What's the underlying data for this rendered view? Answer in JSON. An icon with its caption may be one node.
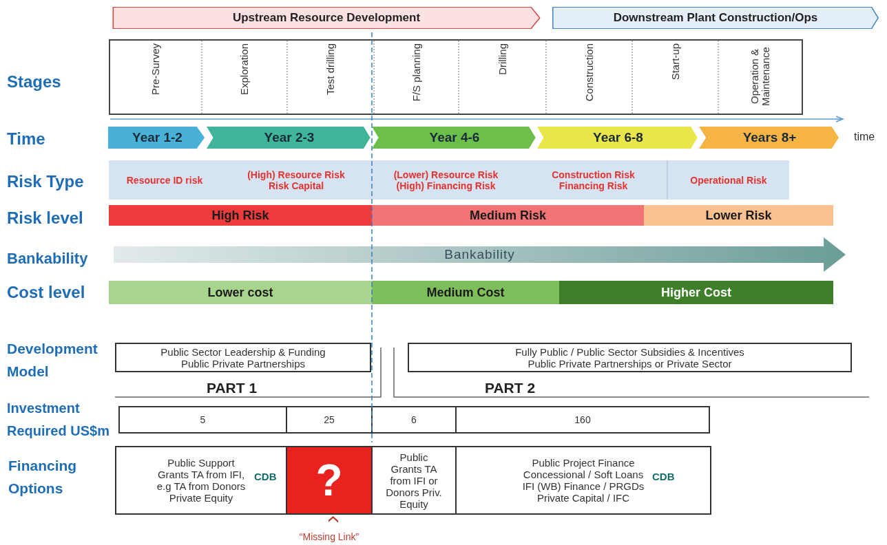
{
  "diagram": {
    "nodes": [
      {
        "text": [
          "Upstream Resource Development"
        ]
      },
      {
        "text": [
          "Downstream Plant Construction/Ops"
        ]
      },
      {
        "text": [],
        "shape": "box"
      },
      {
        "text": [
          "Pre-Survey"
        ],
        "in": 2
      },
      {
        "text": [
          "Exploration"
        ],
        "in": 2
      },
      {
        "text": [
          "Test drilling"
        ],
        "in": 2
      },
      {
        "text": [
          "F/S planning"
        ],
        "in": 2
      },
      {
        "text": [
          "Drilling"
        ],
        "in": 2
      },
      {
        "text": [
          "Construction"
        ],
        "in": 2
      },
      {
        "text": [
          "Start-up"
        ],
        "in": 2
      },
      {
        "text": [
          "Operation & Maintenance"
        ],
        "in": 2
      },
      {
        "text": [
          "Year 1-2"
        ]
      },
      {
        "text": [
          "Year 2-3"
        ]
      },
      {
        "text": [
          "Year 4-6"
        ]
      },
      {
        "text": [
          "Year 6-8"
        ]
      },
      {
        "text": [
          "Years 8+"
        ]
      },
      {
        "text": [],
        "shape": "box"
      },
      {
        "text": [
          "Resource ID risk"
        ],
        "in": 16
      },
      {
        "text": [
          "(High) Resource Risk Risk Capital"
        ],
        "in": 16
      },
      {
        "text": [
          "(Lower) Resource Risk (High) Financing Risk"
        ],
        "in": 16
      },
      {
        "text": [
          "Construction Risk Financing Risk"
        ],
        "in": 16
      },
      {
        "text": [
          "Operational  Risk"
        ],
        "in": 16
      },
      {
        "text": [
          "High Risk"
        ]
      },
      {
        "text": [
          "Medium Risk"
        ]
      },
      {
        "text": [
          "Lower Risk"
        ]
      },
      {
        "text": [
          "Bankability"
        ]
      },
      {
        "text": [
          "Lower cost"
        ]
      },
      {
        "text": [
          "Medium Cost"
        ]
      },
      {
        "text": [
          "Higher Cost"
        ]
      },
      {
        "text": [
          "Public Sector Leadership & Funding Public Private Partnerships"
        ]
      },
      {
        "text": [
          "Fully Public / Public Sector Subsidies & Incentives Public Private Partnerships or Private Sector"
        ]
      },
      {
        "text": [
          "5"
        ]
      },
      {
        "text": [
          "25"
        ]
      },
      {
        "text": [
          "6"
        ]
      },
      {
        "text": [
          "160"
        ]
      },
      {
        "text": [
          "Public Support Grants TA from IFI, e.g TA from Donors Private Equity",
          "CDB"
        ]
      },
      {
        "text": [
          "?"
        ]
      },
      {
        "text": [
          "Public Grants TA from IFI or Donors Priv. Equity"
        ]
      },
      {
        "text": [
          "Public Project Finance Concessional / Soft Loans IFI (WB) Finance / PRGDs Private Capital / IFC",
          "CDB"
        ]
      },
      {
        "text": [
          "“Missing Link”"
        ]
      }
    ],
    "edges": [
      {
        "from": 39,
        "to": 36,
        "arrow": "to"
      }
    ],
    "labels": [
      "Stages",
      "Time",
      "Risk Type",
      "Risk level",
      "Bankability",
      "Cost level",
      "Development Model",
      "Investment Required US$m",
      "Financing Options",
      "time",
      "PART 1",
      "PART 2"
    ]
  }
}
